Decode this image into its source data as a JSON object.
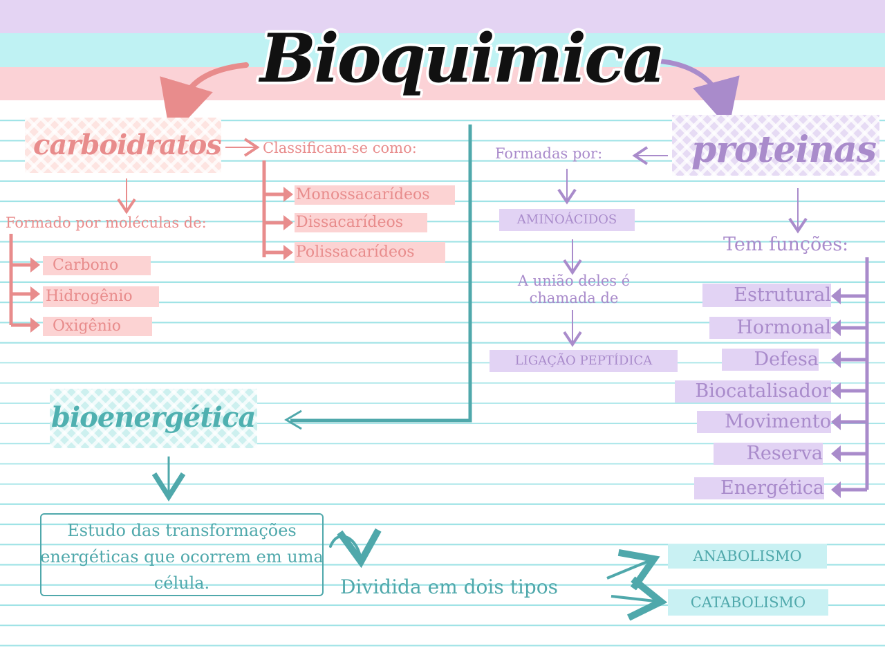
{
  "title": "Bioquimica",
  "colors": {
    "pink": "#e88c8c",
    "purple": "#a98bcb",
    "teal": "#4fa8ab",
    "title": "#111111"
  },
  "carboidratos": {
    "heading": "carboidratos",
    "classify_label": "Classificam-se como:",
    "types": [
      "Monossacarídeos",
      "Dissacarídeos",
      "Polissacarídeos"
    ],
    "formed_label": "Formado por moléculas de:",
    "elements": [
      "Carbono",
      "Hidrogênio",
      "Oxigênio"
    ]
  },
  "proteinas": {
    "heading": "proteinas",
    "formed_label": "Formadas por:",
    "unit": "AMINOÁCIDOS",
    "union_label": "A união deles é chamada de",
    "bond": "LIGAÇÃO PEPTÍDICA",
    "functions_label": "Tem funções:",
    "functions": [
      "Estrutural",
      "Hormonal",
      "Defesa",
      "Biocatalisador",
      "Movimento",
      "Reserva",
      "Energética"
    ]
  },
  "bioenergetica": {
    "heading": "bioenergética",
    "definition": "Estudo das transformações energéticas que ocorrem em uma célula.",
    "divided_label": "Dividida em dois tipos",
    "types": [
      "ANABOLISMO",
      "CATABOLISMO"
    ]
  }
}
